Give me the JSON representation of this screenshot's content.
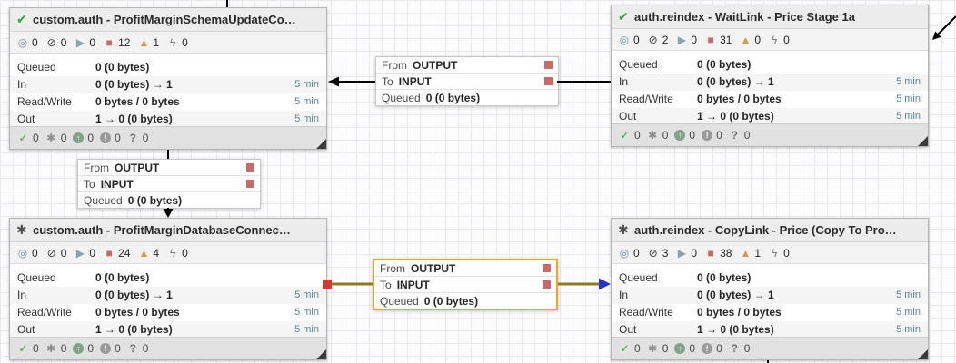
{
  "icons": {
    "version_check": "✔",
    "version_asterisk": "✱",
    "transmitting": "◎",
    "not_transmitting": "⊘",
    "running": "▶",
    "stopped": "■",
    "invalid": "▲",
    "disabled": "ϟ",
    "vc_check": "✓",
    "vc_asterisk": "✱",
    "vc_up_arrow": "↑",
    "vc_exclaim": "!",
    "vc_question": "?"
  },
  "colors": {
    "valid-green": "#3aa23a",
    "stopped": "#c96a6a",
    "running": "#88a5ae",
    "invalid": "#d09c4c",
    "selected-border": "#eda829",
    "selected-line": "#8b7a26",
    "handle-red": "#d03b30",
    "handle-blue": "#2733cf"
  },
  "processors": [
    {
      "title": "custom.auth - ProfitMarginSchemaUpdateCo…",
      "stats": {
        "transmitting": "0",
        "not_transmitting": "0",
        "running": "0",
        "stopped": "12",
        "invalid": "1",
        "disabled": "0"
      },
      "rows": [
        {
          "label": "Queued",
          "value": "0 (0 bytes)",
          "time": ""
        },
        {
          "label": "In",
          "value": "0 (0 bytes) → 1",
          "time": "5 min"
        },
        {
          "label": "Read/Write",
          "value": "0 bytes / 0 bytes",
          "time": "5 min"
        },
        {
          "label": "Out",
          "value": "1 → 0 (0 bytes)",
          "time": "5 min"
        }
      ],
      "versions": {
        "up_to_date": "0",
        "locally_modified": "0",
        "stale": "0",
        "modified_stale": "0",
        "sync_failure": "0"
      }
    },
    {
      "title": "auth.reindex - WaitLink - Price Stage 1a",
      "stats": {
        "transmitting": "0",
        "not_transmitting": "2",
        "running": "0",
        "stopped": "31",
        "invalid": "0",
        "disabled": "0"
      },
      "rows": [
        {
          "label": "Queued",
          "value": "0 (0 bytes)",
          "time": ""
        },
        {
          "label": "In",
          "value": "0 (0 bytes) → 1",
          "time": "5 min"
        },
        {
          "label": "Read/Write",
          "value": "0 bytes / 0 bytes",
          "time": "5 min"
        },
        {
          "label": "Out",
          "value": "1 → 0 (0 bytes)",
          "time": "5 min"
        }
      ],
      "versions": {
        "up_to_date": "0",
        "locally_modified": "0",
        "stale": "0",
        "modified_stale": "0",
        "sync_failure": "0"
      }
    },
    {
      "title": "custom.auth - ProfitMarginDatabaseConnec…",
      "stats": {
        "transmitting": "0",
        "not_transmitting": "0",
        "running": "0",
        "stopped": "24",
        "invalid": "4",
        "disabled": "0"
      },
      "rows": [
        {
          "label": "Queued",
          "value": "0 (0 bytes)",
          "time": ""
        },
        {
          "label": "In",
          "value": "0 (0 bytes) → 1",
          "time": "5 min"
        },
        {
          "label": "Read/Write",
          "value": "0 bytes / 0 bytes",
          "time": "5 min"
        },
        {
          "label": "Out",
          "value": "1 → 0 (0 bytes)",
          "time": "5 min"
        }
      ],
      "versions": {
        "up_to_date": "0",
        "locally_modified": "0",
        "stale": "0",
        "modified_stale": "0",
        "sync_failure": "0"
      }
    },
    {
      "title": "auth.reindex - CopyLink - Price (Copy To Pro…",
      "stats": {
        "transmitting": "0",
        "not_transmitting": "3",
        "running": "0",
        "stopped": "38",
        "invalid": "1",
        "disabled": "0"
      },
      "rows": [
        {
          "label": "Queued",
          "value": "0 (0 bytes)",
          "time": ""
        },
        {
          "label": "In",
          "value": "0 (0 bytes) → 1",
          "time": "5 min"
        },
        {
          "label": "Read/Write",
          "value": "0 bytes / 0 bytes",
          "time": "5 min"
        },
        {
          "label": "Out",
          "value": "1 → 0 (0 bytes)",
          "time": "5 min"
        }
      ],
      "versions": {
        "up_to_date": "0",
        "locally_modified": "0",
        "stale": "0",
        "modified_stale": "0",
        "sync_failure": "0"
      }
    }
  ],
  "connections": [
    {
      "from_label": "From",
      "from_port": "OUTPUT",
      "to_label": "To",
      "to_port": "INPUT",
      "queued_label": "Queued",
      "queued_value": "0 (0 bytes)"
    },
    {
      "from_label": "From",
      "from_port": "OUTPUT",
      "to_label": "To",
      "to_port": "INPUT",
      "queued_label": "Queued",
      "queued_value": "0 (0 bytes)"
    },
    {
      "from_label": "From",
      "from_port": "OUTPUT",
      "to_label": "To",
      "to_port": "INPUT",
      "queued_label": "Queued",
      "queued_value": "0 (0 bytes)"
    }
  ]
}
